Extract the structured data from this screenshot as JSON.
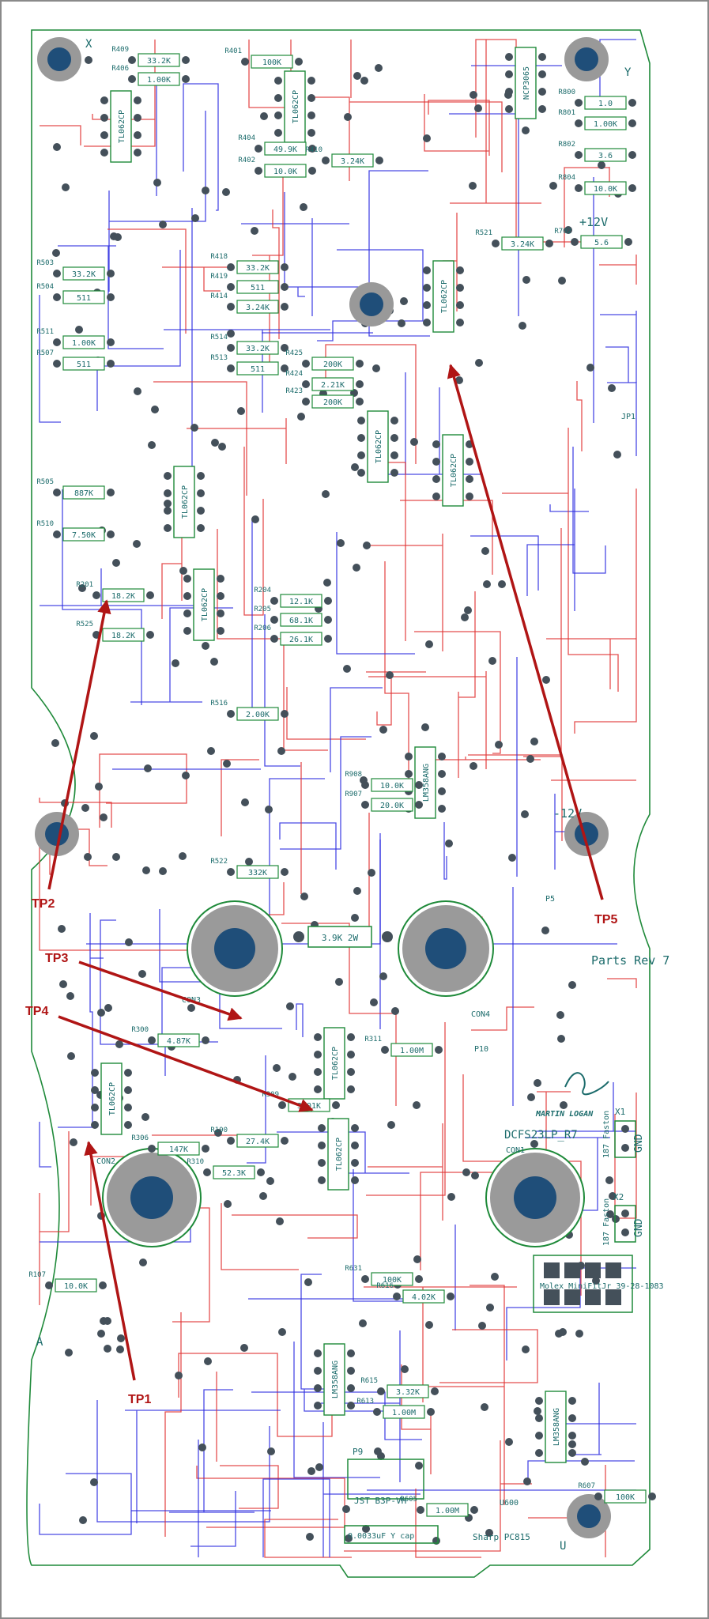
{
  "corner_marks": {
    "top_left": "X",
    "top_right": "Y",
    "bottom_left": "A",
    "bottom_right": "U"
  },
  "parts_rev": "Parts Rev 7",
  "board_name": "DCFS23LP_R7",
  "brand": "MARTIN LOGAN",
  "power": {
    "plus": "+12V",
    "minus": "-12V"
  },
  "connectors": {
    "x1": "X1",
    "x2": "X2",
    "gnd1": "GND",
    "gnd2": "GND",
    "fast1": "187 Faston",
    "fast2": "187 Faston",
    "molex": "Molex MiniFitJr 39-28-1083",
    "jst": "JST B3P-VH",
    "p9": "P9",
    "p5": "P5",
    "p10": "P10",
    "con1": "CON1",
    "con2": "CON2",
    "con3": "CON3",
    "con4": "CON4",
    "jp1": "JP1",
    "sharp": "Sharp PC815",
    "u600": "U600",
    "resistor_2w": "3.9K 2W",
    "cap_603": "0.0033uF Y cap"
  },
  "chips": {
    "u401": "TL062CP",
    "u400": "TL062CP",
    "u800": "NCP3065",
    "u501": "TL062CP",
    "u403": "TL062CP",
    "u502": "TL062CP",
    "u404": "TL062CP",
    "u202": "TL062CP",
    "u900": "LM358ANG",
    "u301": "TL062CP",
    "u1": "TL062CP",
    "u101": "TL062CP",
    "u601": "LM358ANG",
    "u602": "LM358ANG"
  },
  "component_labels": [
    {
      "ref": "R409",
      "val": "33.2K"
    },
    {
      "ref": "R401",
      "val": "100K"
    },
    {
      "ref": "R406",
      "val": "1.00K"
    },
    {
      "ref": "R404",
      "val": "49.9K"
    },
    {
      "ref": "R402",
      "val": "10.0K"
    },
    {
      "ref": "R410",
      "val": "3.24K"
    },
    {
      "ref": "R802",
      "val": "3.6"
    },
    {
      "ref": "R800",
      "val": "1.0"
    },
    {
      "ref": "R801",
      "val": "1.00K"
    },
    {
      "ref": "R804",
      "val": "10.0K"
    },
    {
      "ref": "R702",
      "val": "5.6"
    },
    {
      "ref": "R503",
      "val": "33.2K"
    },
    {
      "ref": "R504",
      "val": "511"
    },
    {
      "ref": "R511",
      "val": "1.00K"
    },
    {
      "ref": "R507",
      "val": "511"
    },
    {
      "ref": "R418",
      "val": "33.2K"
    },
    {
      "ref": "R419",
      "val": "511"
    },
    {
      "ref": "R414",
      "val": "3.24K"
    },
    {
      "ref": "R514",
      "val": "33.2K"
    },
    {
      "ref": "R513",
      "val": "511"
    },
    {
      "ref": "R521",
      "val": "3.24K"
    },
    {
      "ref": "R425",
      "val": "200K"
    },
    {
      "ref": "R424",
      "val": "2.21K"
    },
    {
      "ref": "R423",
      "val": "200K"
    },
    {
      "ref": "R505",
      "val": "887K"
    },
    {
      "ref": "R510",
      "val": "7.50K"
    },
    {
      "ref": "R201",
      "val": "18.2K"
    },
    {
      "ref": "R525",
      "val": "18.2K"
    },
    {
      "ref": "R204",
      "val": "12.1K"
    },
    {
      "ref": "R205",
      "val": "68.1K"
    },
    {
      "ref": "R206",
      "val": "26.1K"
    },
    {
      "ref": "R516",
      "val": "2.00K"
    },
    {
      "ref": "R908",
      "val": "10.0K"
    },
    {
      "ref": "R907",
      "val": "20.0K"
    },
    {
      "ref": "R522",
      "val": "332K"
    },
    {
      "ref": "R300",
      "val": "4.87K"
    },
    {
      "ref": "R311",
      "val": "1.00M"
    },
    {
      "ref": "R309",
      "val": "3.01K"
    },
    {
      "ref": "R306",
      "val": "147K"
    },
    {
      "ref": "R310",
      "val": "52.3K"
    },
    {
      "ref": "R100",
      "val": "27.4K"
    },
    {
      "ref": "R107",
      "val": "10.0K"
    },
    {
      "ref": "R631",
      "val": "100K"
    },
    {
      "ref": "R616",
      "val": "4.02K"
    },
    {
      "ref": "R605",
      "val": "1.00M"
    },
    {
      "ref": "R607",
      "val": "100K"
    },
    {
      "ref": "R613",
      "val": "1.00M"
    },
    {
      "ref": "R615",
      "val": "3.32K"
    }
  ],
  "test_points": [
    {
      "name": "TP1"
    },
    {
      "name": "TP2"
    },
    {
      "name": "TP3"
    },
    {
      "name": "TP4"
    },
    {
      "name": "TP5"
    }
  ],
  "colors": {
    "top_copper": "#e03030",
    "bottom_copper": "#2a2ae0",
    "silkscreen": "#1b6b6b",
    "pad": "#44505a",
    "callout": "#b01515",
    "outline": "#1f8a3a"
  }
}
